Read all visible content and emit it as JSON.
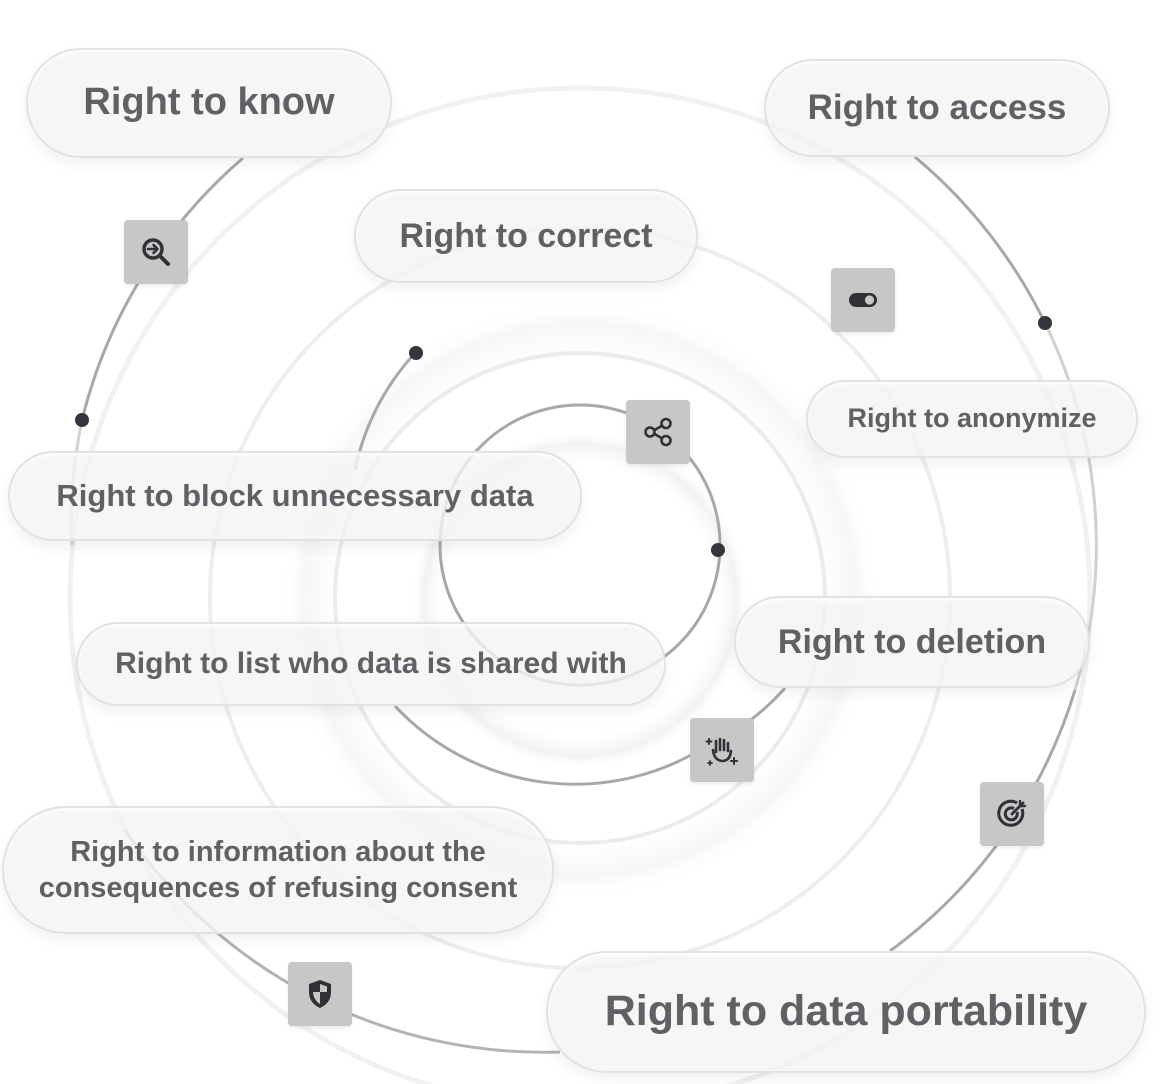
{
  "diagram": {
    "labels": {
      "know": "Right to know",
      "access": "Right to access",
      "correct": "Right to correct",
      "anonymize": "Right to anonymize",
      "block": "Right to block unnecessary data",
      "list": "Right to list who data is shared with",
      "deletion": "Right to deletion",
      "information_line1": "Right to information about the",
      "information_line2": "consequences of refusing consent",
      "portability": "Right to data portability"
    },
    "icons": [
      "search-arrow-icon",
      "toggle-icon",
      "share-icon",
      "hand-sparkle-icon",
      "target-icon",
      "shield-icon"
    ],
    "colors": {
      "text": "#5f6164",
      "ring": "#a8a8a8",
      "ring_faint": "#e6e6e6",
      "icon_tile": "#c7c7c7",
      "icon_glyph": "#2f3136",
      "dot": "#33363c"
    }
  }
}
